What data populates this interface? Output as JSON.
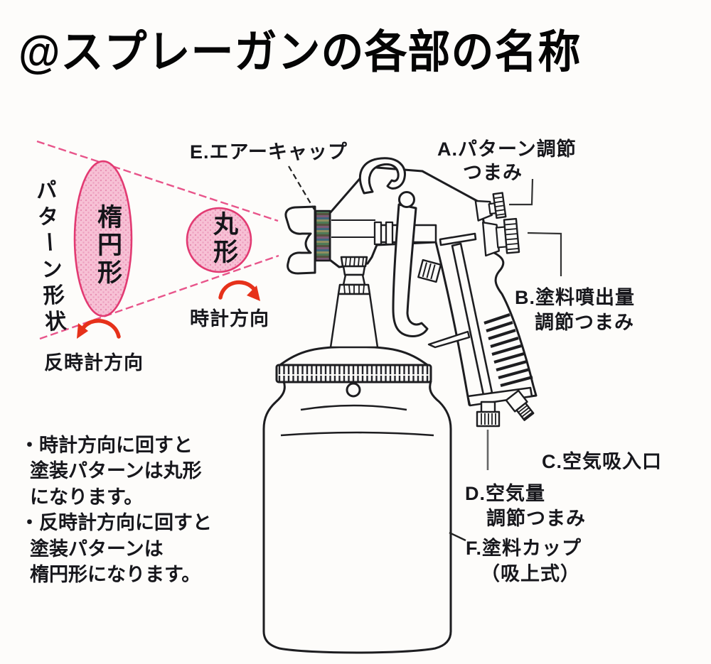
{
  "title": "@スプレーガンの各部の名称",
  "pattern_panel": {
    "axis_label": "パターン形状",
    "ellipse_label": "楕円形",
    "circle_label": "丸形",
    "clockwise_label": "時計方向",
    "counterclockwise_label": "反時計方向"
  },
  "part_labels": {
    "a": {
      "line1": "A.パターン調節",
      "line2": "つまみ"
    },
    "b": {
      "line1": "B.塗料噴出量",
      "line2": "調節つまみ"
    },
    "c": {
      "line1": "C.空気吸入口"
    },
    "d": {
      "line1": "D.空気量",
      "line2": "調節つまみ"
    },
    "e": {
      "line1": "E.エアーキャップ"
    },
    "f": {
      "line1": "F.塗料カップ",
      "line2": "（吸上式）"
    }
  },
  "notes": {
    "lines": [
      "・時計方向に回すと",
      "塗装パターンは丸形",
      "になります。",
      "・反時計方向に回すと",
      "塗装パターンは",
      "楕円形になります。"
    ]
  },
  "colors": {
    "ink": "#1d1d20",
    "pattern_fill": "#f7c1d5",
    "pattern_dot": "#e88fb3",
    "pattern_stroke": "#e23a72",
    "cone_line_pink": "#e8548a",
    "arrow_red": "#e6311a",
    "background": "#fdfcfa"
  }
}
